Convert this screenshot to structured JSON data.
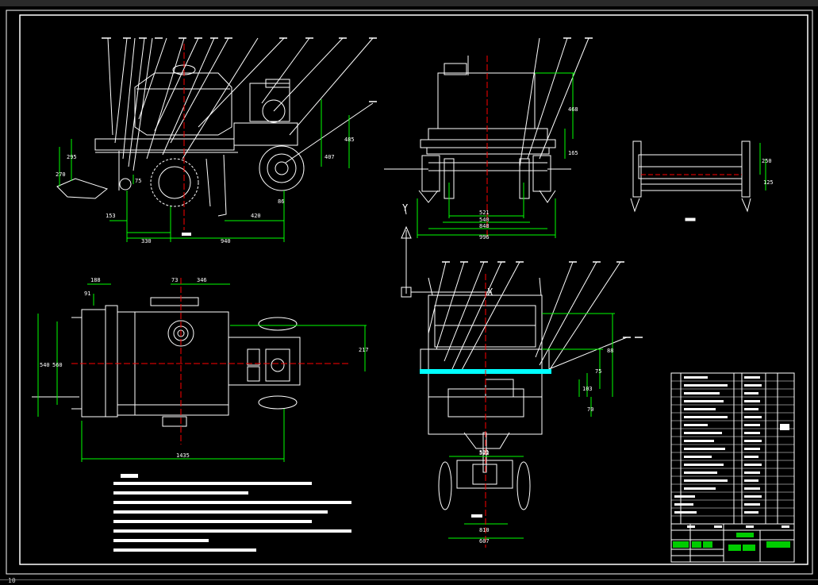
{
  "colors": {
    "background": "#000000",
    "outline": "#ffffff",
    "dimension": "#00ff00",
    "center_line": "#ff0000",
    "highlight": "#00ffff",
    "label_bg": "#00cc00"
  },
  "dims": {
    "side": [
      "153",
      "330",
      "940",
      "420",
      "485",
      "407",
      "295",
      "270",
      "75",
      "86"
    ],
    "front": [
      "468",
      "165",
      "521",
      "540",
      "848",
      "996"
    ],
    "right": [
      "250",
      "125"
    ],
    "plan": [
      "188",
      "73",
      "346",
      "540",
      "560",
      "217",
      "1435",
      "91"
    ],
    "rear": [
      "88",
      "75",
      "103",
      "522",
      "70",
      "521",
      "810",
      "607"
    ]
  },
  "annotations": {
    "axis_y": "Y",
    "axis_x": "X"
  },
  "cmd": {
    "prompt": "10"
  },
  "icons": {
    "ucs": "ucs-icon"
  }
}
